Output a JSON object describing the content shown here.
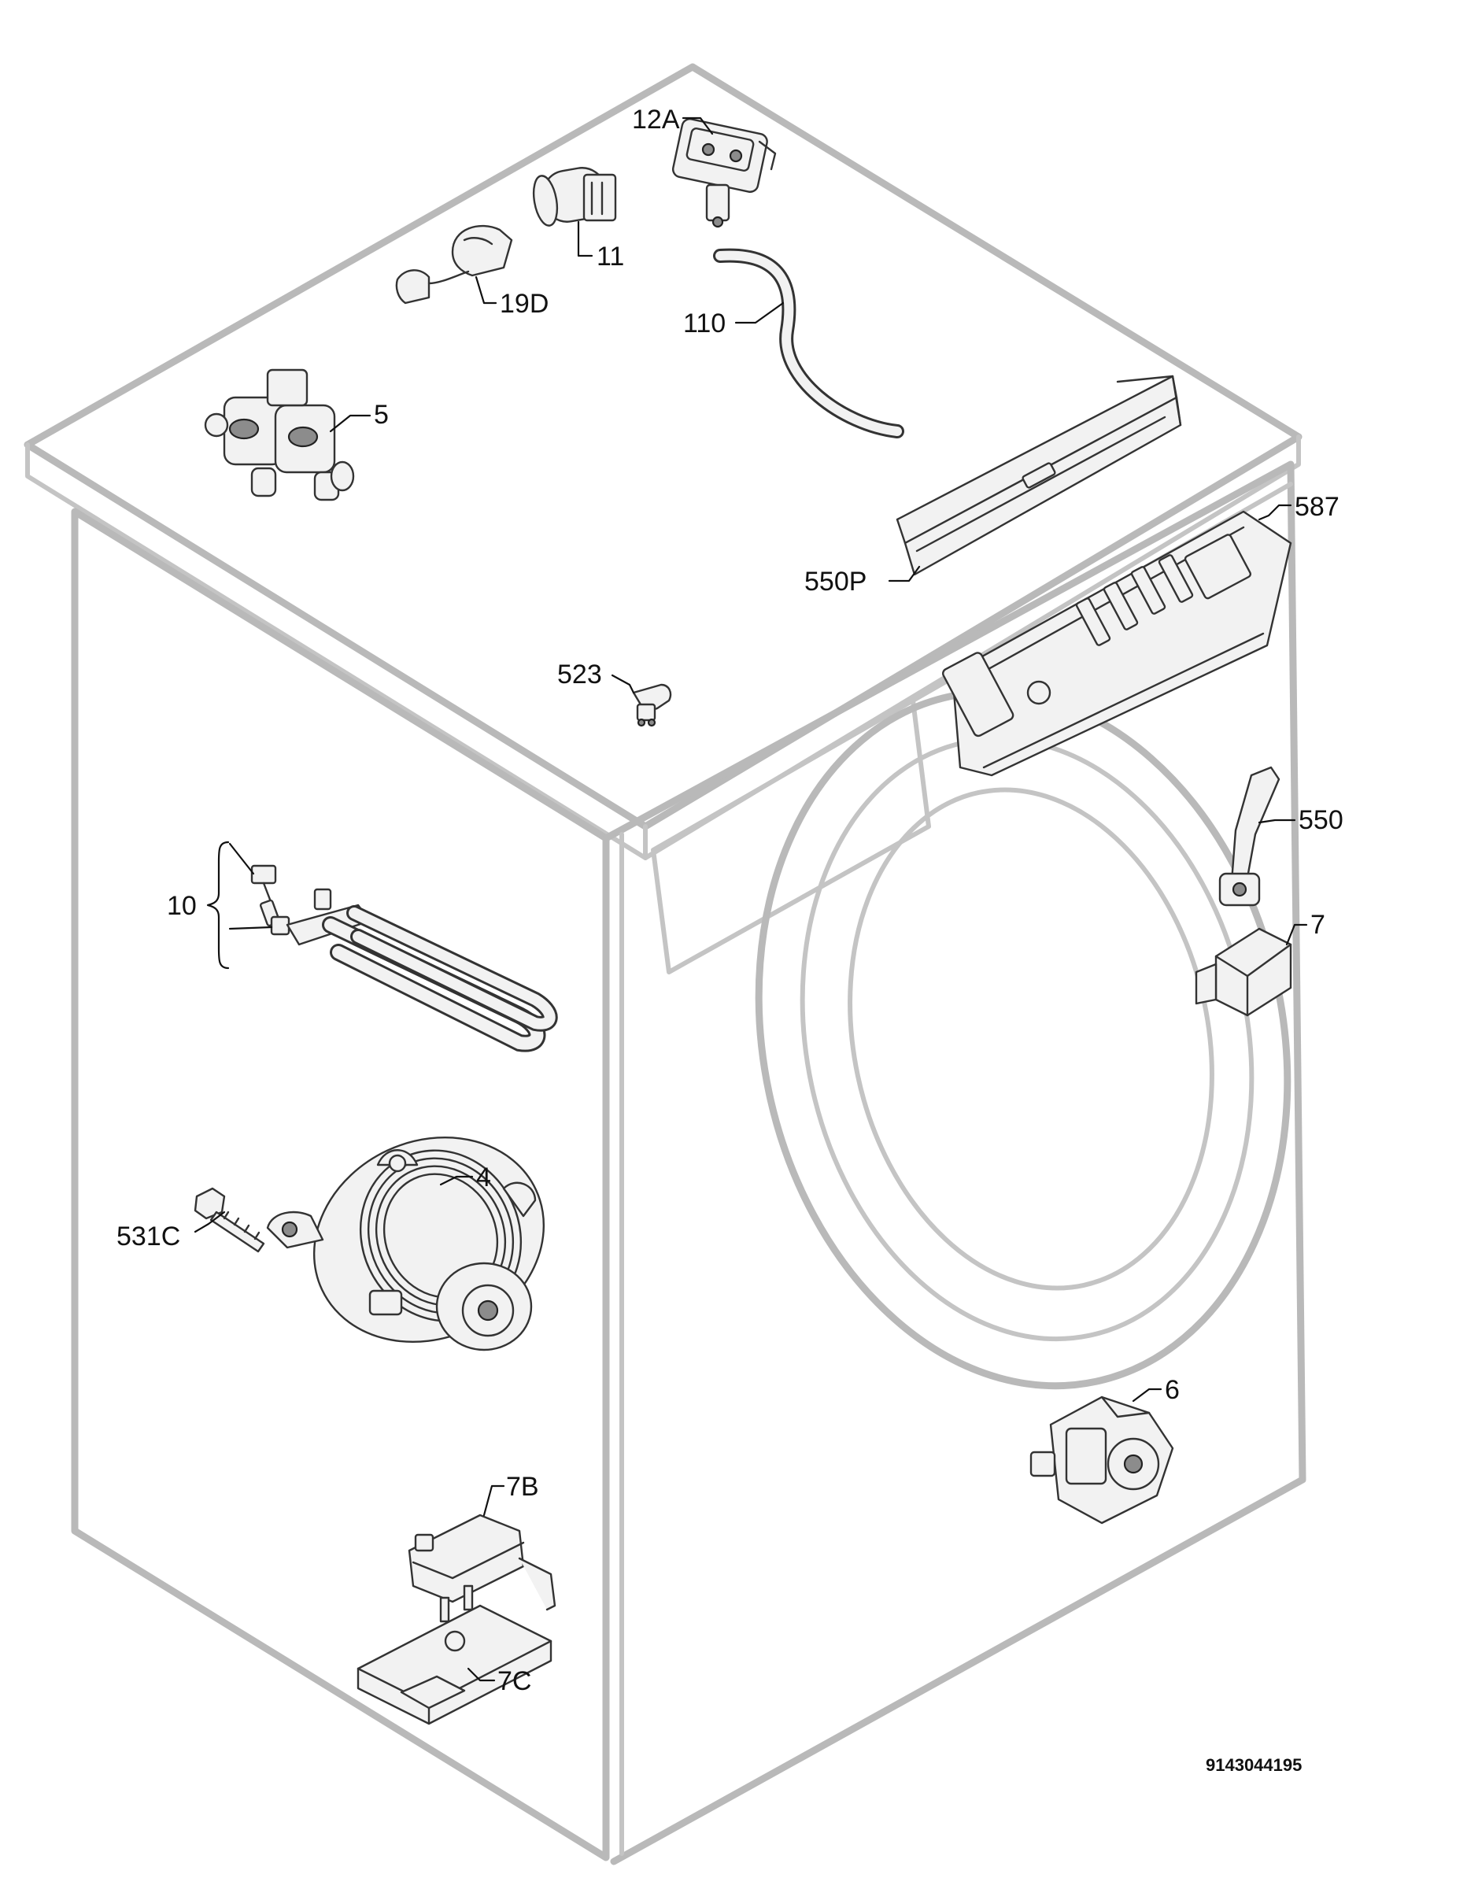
{
  "diagram": {
    "callouts": {
      "c12a": "12A",
      "c11": "11",
      "c19d": "19D",
      "c110": "110",
      "c5": "5",
      "c587": "587",
      "c550p": "550P",
      "c523": "523",
      "c550": "550",
      "c10": "10",
      "c7": "7",
      "c4": "4",
      "c531c": "531C",
      "c6": "6",
      "c7b": "7B",
      "c7c": "7C"
    },
    "reference_number": "9143044195"
  }
}
